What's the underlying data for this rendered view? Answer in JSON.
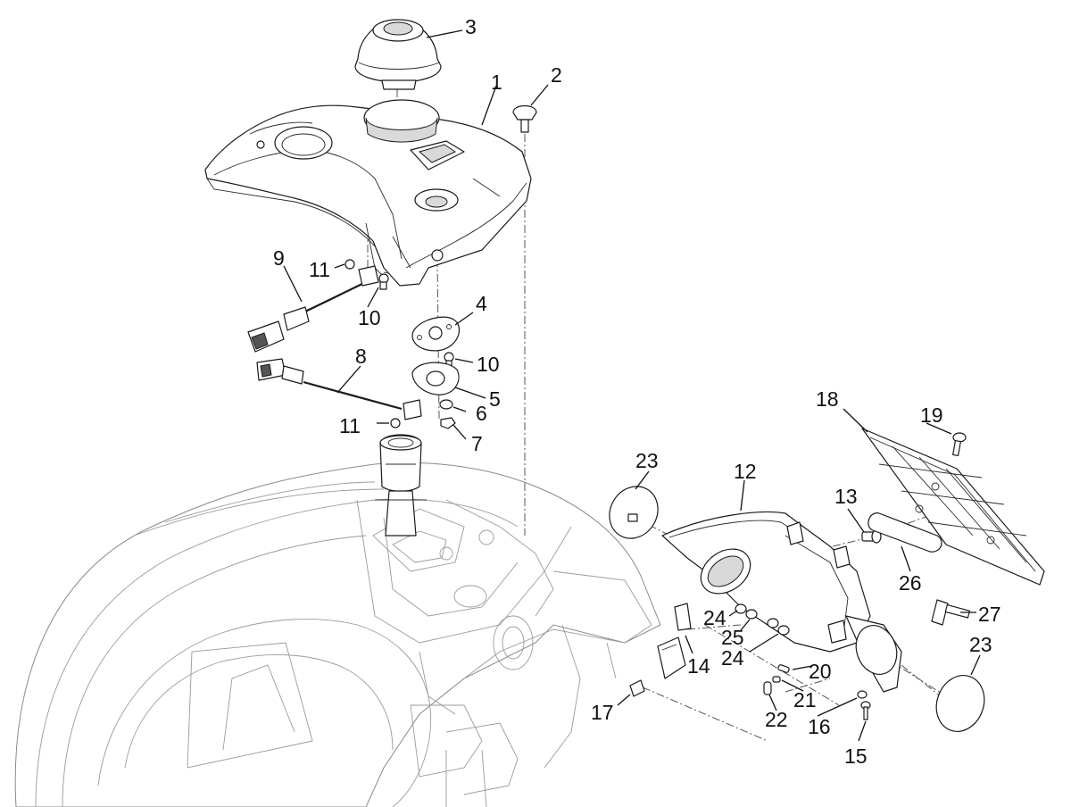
{
  "callouts": {
    "c1": "1",
    "c2": "2",
    "c3": "3",
    "c4": "4",
    "c5": "5",
    "c6": "6",
    "c7": "7",
    "c8": "8",
    "c9": "9",
    "c10a": "10",
    "c10b": "10",
    "c11a": "11",
    "c11b": "11",
    "c12": "12",
    "c13": "13",
    "c14": "14",
    "c15": "15",
    "c16": "16",
    "c17": "17",
    "c18": "18",
    "c19": "19",
    "c20": "20",
    "c21": "21",
    "c22": "22",
    "c23a": "23",
    "c23b": "23",
    "c24a": "24",
    "c24b": "24",
    "c25": "25",
    "c26": "26",
    "c27": "27"
  }
}
